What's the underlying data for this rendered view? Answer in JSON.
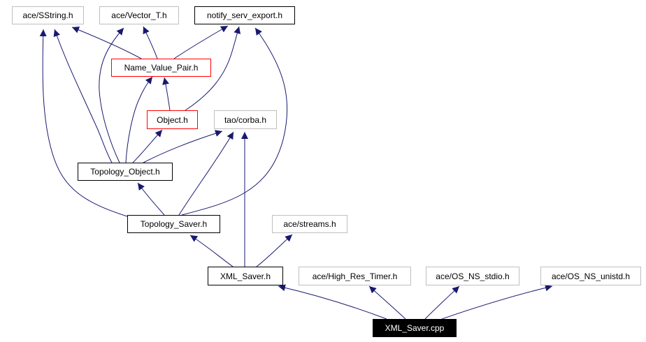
{
  "colors": {
    "edge": "#191970",
    "external_border": "#bfbfbf",
    "documented_border": "#000000",
    "incomplete_border": "#ff0000",
    "root_fill": "#000000"
  },
  "nodes": {
    "sstring": "ace/SString.h",
    "vector_t": "ace/Vector_T.h",
    "notify_export": "notify_serv_export.h",
    "name_value_pair": "Name_Value_Pair.h",
    "object": "Object.h",
    "tao_corba": "tao/corba.h",
    "topology_object": "Topology_Object.h",
    "topology_saver": "Topology_Saver.h",
    "streams": "ace/streams.h",
    "xml_saver_h": "XML_Saver.h",
    "high_res_timer": "ace/High_Res_Timer.h",
    "os_ns_stdio": "ace/OS_NS_stdio.h",
    "os_ns_unistd": "ace/OS_NS_unistd.h",
    "xml_saver_cpp": "XML_Saver.cpp"
  },
  "edges": [
    [
      "name_value_pair",
      "sstring"
    ],
    [
      "name_value_pair",
      "vector_t"
    ],
    [
      "name_value_pair",
      "notify_export"
    ],
    [
      "object",
      "name_value_pair"
    ],
    [
      "object",
      "notify_export"
    ],
    [
      "topology_object",
      "sstring"
    ],
    [
      "topology_object",
      "vector_t"
    ],
    [
      "topology_object",
      "name_value_pair"
    ],
    [
      "topology_object",
      "object"
    ],
    [
      "topology_object",
      "tao_corba"
    ],
    [
      "topology_saver",
      "sstring"
    ],
    [
      "topology_saver",
      "topology_object"
    ],
    [
      "topology_saver",
      "tao_corba"
    ],
    [
      "topology_saver",
      "notify_export"
    ],
    [
      "xml_saver_h",
      "topology_saver"
    ],
    [
      "xml_saver_h",
      "tao_corba"
    ],
    [
      "xml_saver_h",
      "streams"
    ],
    [
      "xml_saver_cpp",
      "xml_saver_h"
    ],
    [
      "xml_saver_cpp",
      "high_res_timer"
    ],
    [
      "xml_saver_cpp",
      "os_ns_stdio"
    ],
    [
      "xml_saver_cpp",
      "os_ns_unistd"
    ]
  ]
}
